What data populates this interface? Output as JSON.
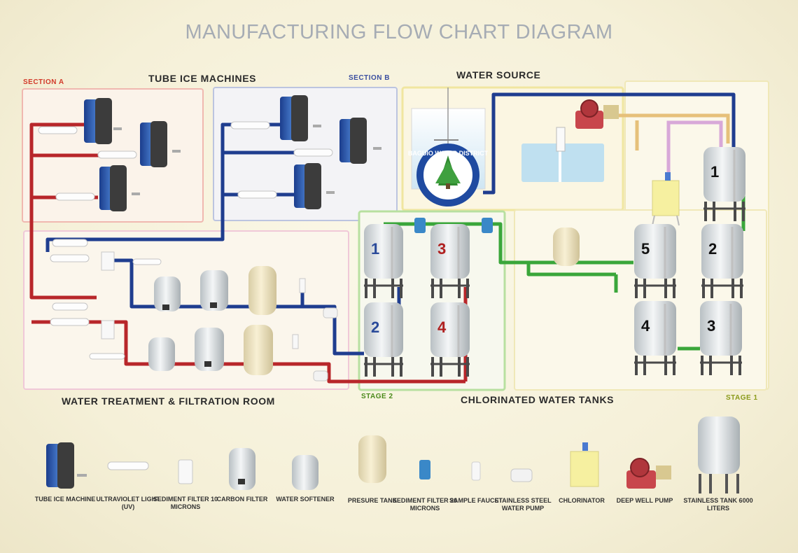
{
  "title": "MANUFACTURING FLOW CHART DIAGRAM",
  "sections": {
    "a": "SECTION A",
    "b": "SECTION B",
    "tube_ice": "TUBE ICE MACHINES",
    "water_source": "WATER SOURCE",
    "treatment": "WATER TREATMENT & FILTRATION ROOM",
    "chlorinated": "CHLORINATED WATER TANKS",
    "stage1": "STAGE 1",
    "stage2": "STAGE 2"
  },
  "logo_text": "BAGUIO WATER DISTRICT",
  "stage2_tanks": [
    {
      "num": "1",
      "color": "#2a4a9a"
    },
    {
      "num": "3",
      "color": "#b02020"
    },
    {
      "num": "2",
      "color": "#2a4a9a"
    },
    {
      "num": "4",
      "color": "#b02020"
    }
  ],
  "stage1_tanks": [
    "1",
    "5",
    "2",
    "4",
    "3"
  ],
  "legend": [
    {
      "label": "TUBE ICE MACHINE"
    },
    {
      "label": "ULTRAVIOLET LIGHT (UV)"
    },
    {
      "label": "SEDIMENT FILTER 10 MICRONS"
    },
    {
      "label": "CARBON FILTER"
    },
    {
      "label": "WATER SOFTENER"
    },
    {
      "label": "PRESURE TANK"
    },
    {
      "label": "SEDIMENT FILTER 20 MICRONS"
    },
    {
      "label": "SAMPLE FAUCET"
    },
    {
      "label": "STAINLESS STEEL WATER PUMP"
    },
    {
      "label": "CHLORINATOR"
    },
    {
      "label": "DEEP WELL PUMP"
    },
    {
      "label": "STAINLESS TANK 6000 LITERS"
    }
  ],
  "colors": {
    "blue_pipe": "#1f3d8f",
    "red_pipe": "#b8262a",
    "green_pipe": "#3aa63a",
    "pink_pipe": "#d8a8d8",
    "tan_pipe": "#e6c07a"
  }
}
